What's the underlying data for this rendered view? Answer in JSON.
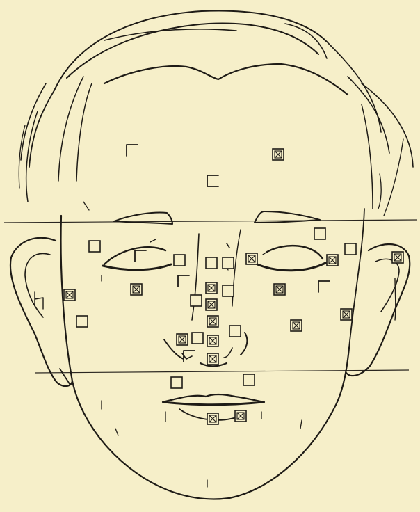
{
  "diagram": {
    "paper_color": "#f6efc9",
    "ink_color": "#1e1b16",
    "subject": "face-outline",
    "guide_lines": [
      "brow-level-line",
      "earlobe-level-line"
    ],
    "markers": [
      {
        "id": "forehead-right",
        "style": "crossed"
      },
      {
        "id": "forehead-left",
        "style": "corner"
      },
      {
        "id": "glabella",
        "style": "corner"
      },
      {
        "id": "temple-right-upper",
        "style": "open"
      },
      {
        "id": "temple-left",
        "style": "open"
      },
      {
        "id": "temple-right",
        "style": "open"
      },
      {
        "id": "upper-lid-left",
        "style": "corner"
      },
      {
        "id": "inner-canthus-left-a",
        "style": "open"
      },
      {
        "id": "inner-canthus-left-b",
        "style": "open"
      },
      {
        "id": "nasion",
        "style": "open"
      },
      {
        "id": "inner-canthus-right",
        "style": "crossed"
      },
      {
        "id": "outer-canthus-right",
        "style": "crossed"
      },
      {
        "id": "ear-right",
        "style": "crossed"
      },
      {
        "id": "ear-left",
        "style": "crossed"
      },
      {
        "id": "cheek-left-upper",
        "style": "crossed"
      },
      {
        "id": "lower-lid-left",
        "style": "corner"
      },
      {
        "id": "nose-bridge-1",
        "style": "crossed"
      },
      {
        "id": "nose-bridge-side",
        "style": "open"
      },
      {
        "id": "lower-lid-right",
        "style": "crossed"
      },
      {
        "id": "lower-lid-right-corner",
        "style": "corner"
      },
      {
        "id": "nose-bridge-2",
        "style": "crossed"
      },
      {
        "id": "nose-side-left",
        "style": "open"
      },
      {
        "id": "cheek-left",
        "style": "open"
      },
      {
        "id": "cheek-right",
        "style": "crossed"
      },
      {
        "id": "cheek-right-outer",
        "style": "crossed"
      },
      {
        "id": "nose-dorsum",
        "style": "crossed"
      },
      {
        "id": "nose-side-right",
        "style": "open"
      },
      {
        "id": "nose-ala-left",
        "style": "crossed"
      },
      {
        "id": "nose-tip-left",
        "style": "open"
      },
      {
        "id": "nose-tip",
        "style": "crossed"
      },
      {
        "id": "nose-tip-lower",
        "style": "crossed"
      },
      {
        "id": "nostril-left",
        "style": "corner"
      },
      {
        "id": "mouth-left-upper",
        "style": "open"
      },
      {
        "id": "mouth-right-upper",
        "style": "open"
      },
      {
        "id": "lower-lip-center",
        "style": "crossed"
      },
      {
        "id": "lower-lip-right",
        "style": "crossed"
      }
    ]
  }
}
